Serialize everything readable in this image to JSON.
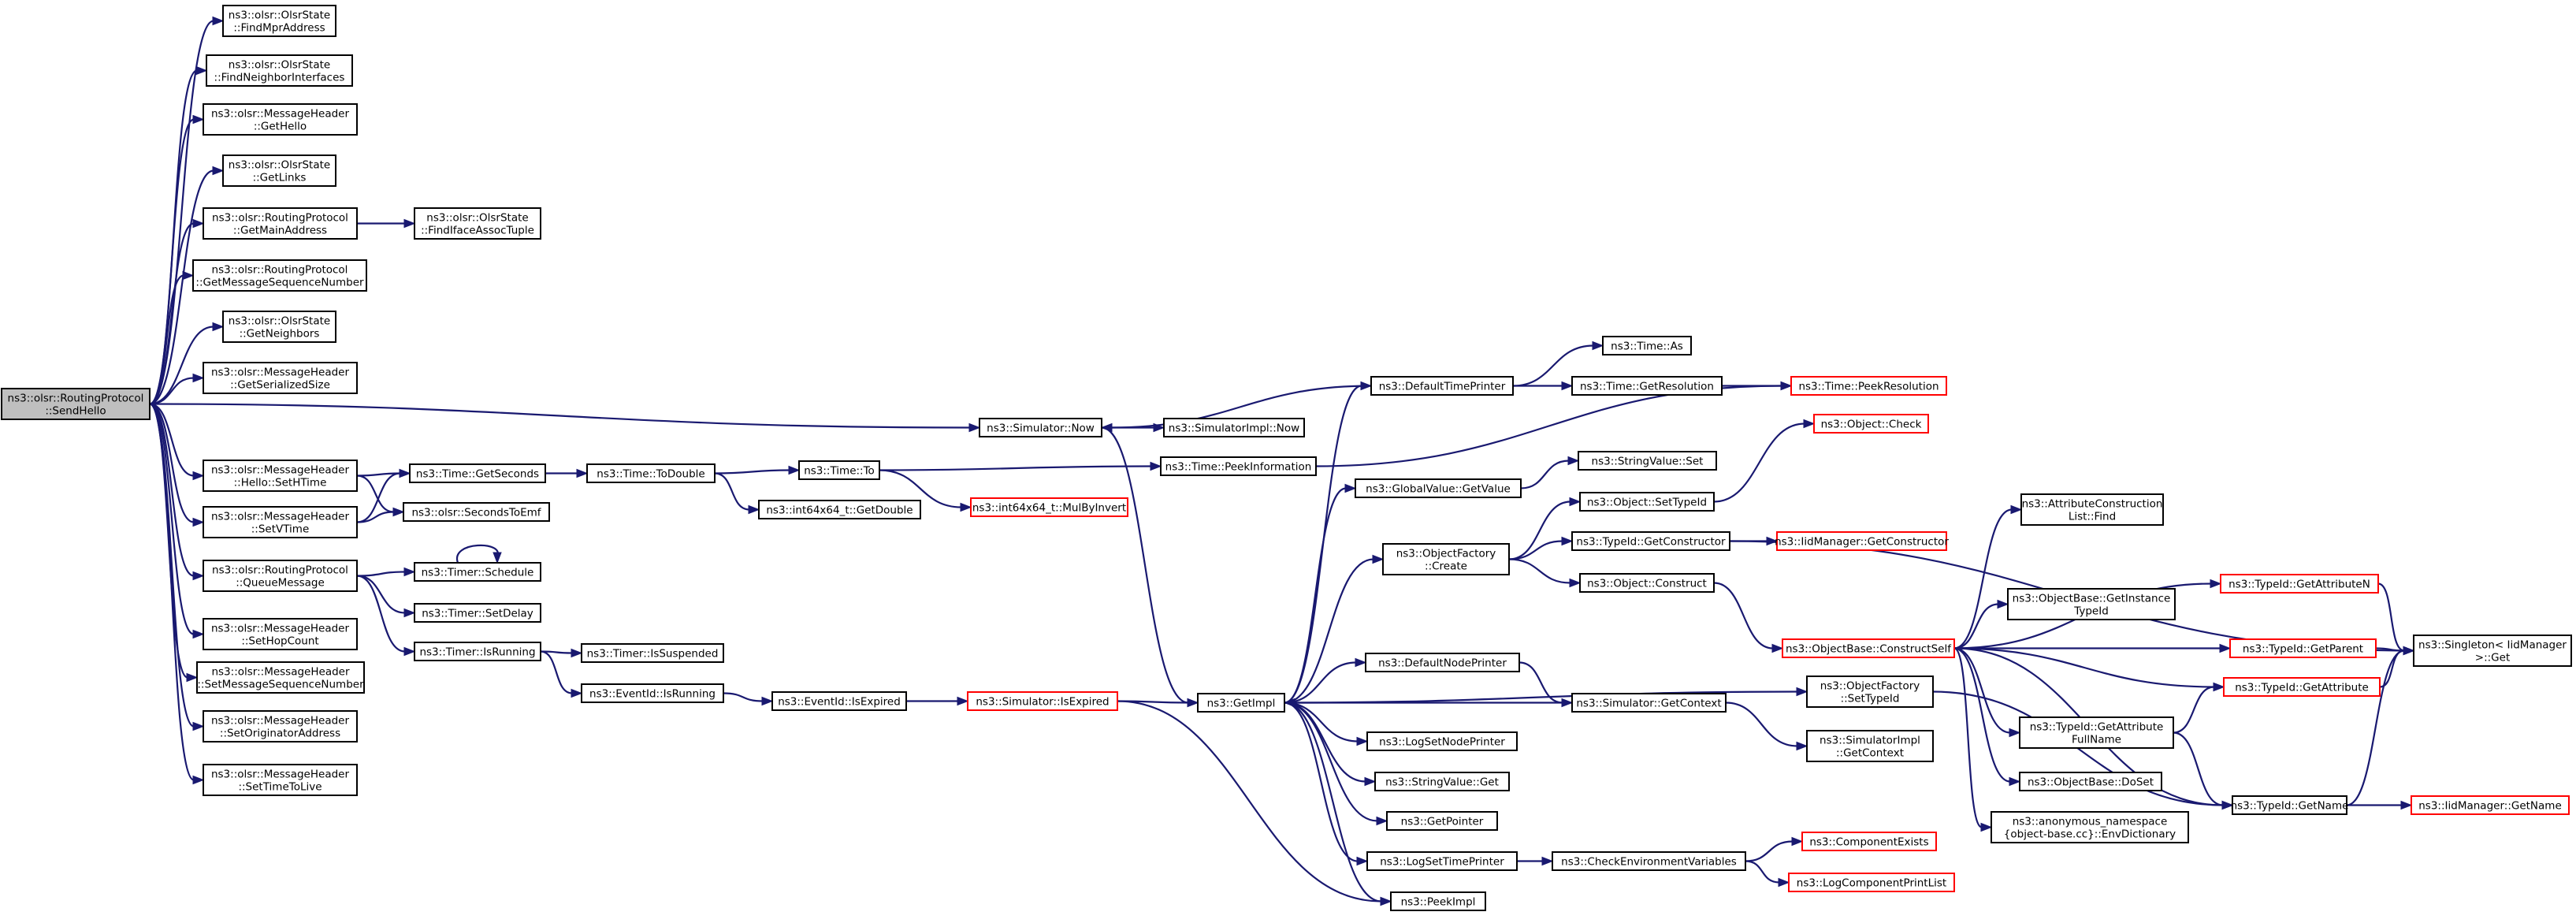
{
  "root": "root",
  "nodes": [
    {
      "id": "root",
      "lines": [
        "ns3::olsr::RoutingProtocol",
        "::SendHello"
      ]
    },
    {
      "id": "findMpr",
      "lines": [
        "ns3::olsr::OlsrState",
        "::FindMprAddress"
      ]
    },
    {
      "id": "findNeigh",
      "lines": [
        "ns3::olsr::OlsrState",
        "::FindNeighborInterfaces"
      ]
    },
    {
      "id": "getHello",
      "lines": [
        "ns3::olsr::MessageHeader",
        "::GetHello"
      ]
    },
    {
      "id": "getLinks",
      "lines": [
        "ns3::olsr::OlsrState",
        "::GetLinks"
      ]
    },
    {
      "id": "getMainAddr",
      "lines": [
        "ns3::olsr::RoutingProtocol",
        "::GetMainAddress"
      ]
    },
    {
      "id": "findIface",
      "lines": [
        "ns3::olsr::OlsrState",
        "::FindIfaceAssocTuple"
      ]
    },
    {
      "id": "getMsgSeq",
      "lines": [
        "ns3::olsr::RoutingProtocol",
        "::GetMessageSequenceNumber"
      ]
    },
    {
      "id": "getNeighbors",
      "lines": [
        "ns3::olsr::OlsrState",
        "::GetNeighbors"
      ]
    },
    {
      "id": "getSerSize",
      "lines": [
        "ns3::olsr::MessageHeader",
        "::GetSerializedSize"
      ]
    },
    {
      "id": "simNow",
      "lines": [
        "ns3::Simulator::Now"
      ]
    },
    {
      "id": "helloSetHTime",
      "lines": [
        "ns3::olsr::MessageHeader",
        "::Hello::SetHTime"
      ]
    },
    {
      "id": "setVTime",
      "lines": [
        "ns3::olsr::MessageHeader",
        "::SetVTime"
      ]
    },
    {
      "id": "queueMsg",
      "lines": [
        "ns3::olsr::RoutingProtocol",
        "::QueueMessage"
      ]
    },
    {
      "id": "setHop",
      "lines": [
        "ns3::olsr::MessageHeader",
        "::SetHopCount"
      ]
    },
    {
      "id": "setMsgSeq",
      "lines": [
        "ns3::olsr::MessageHeader",
        "::SetMessageSequenceNumber"
      ]
    },
    {
      "id": "setOrig",
      "lines": [
        "ns3::olsr::MessageHeader",
        "::SetOriginatorAddress"
      ]
    },
    {
      "id": "setTtl",
      "lines": [
        "ns3::olsr::MessageHeader",
        "::SetTimeToLive"
      ]
    },
    {
      "id": "timeGetSec",
      "lines": [
        "ns3::Time::GetSeconds"
      ]
    },
    {
      "id": "secToEmf",
      "lines": [
        "ns3::olsr::SecondsToEmf"
      ]
    },
    {
      "id": "timerSched",
      "lines": [
        "ns3::Timer::Schedule"
      ]
    },
    {
      "id": "timerDelay",
      "lines": [
        "ns3::Timer::SetDelay"
      ]
    },
    {
      "id": "timerRunning",
      "lines": [
        "ns3::Timer::IsRunning"
      ]
    },
    {
      "id": "timeToDouble",
      "lines": [
        "ns3::Time::ToDouble"
      ]
    },
    {
      "id": "timerSusp",
      "lines": [
        "ns3::Timer::IsSuspended"
      ]
    },
    {
      "id": "evRunning",
      "lines": [
        "ns3::EventId::IsRunning"
      ]
    },
    {
      "id": "timeTo",
      "lines": [
        "ns3::Time::To"
      ]
    },
    {
      "id": "int64GetDouble",
      "lines": [
        "ns3::int64x64_t::GetDouble"
      ]
    },
    {
      "id": "mulByInv",
      "lines": [
        "ns3::int64x64_t::MulByInvert"
      ],
      "red": true
    },
    {
      "id": "evExpired",
      "lines": [
        "ns3::EventId::IsExpired"
      ]
    },
    {
      "id": "simIsExpired",
      "lines": [
        "ns3::Simulator::IsExpired"
      ],
      "red": true
    },
    {
      "id": "getImpl",
      "lines": [
        "ns3::GetImpl"
      ]
    },
    {
      "id": "simImplNow",
      "lines": [
        "ns3::SimulatorImpl::Now"
      ]
    },
    {
      "id": "peekInfo",
      "lines": [
        "ns3::Time::PeekInformation"
      ]
    },
    {
      "id": "defTimePrinter",
      "lines": [
        "ns3::DefaultTimePrinter"
      ]
    },
    {
      "id": "timeAs",
      "lines": [
        "ns3::Time::As"
      ]
    },
    {
      "id": "timeGetRes",
      "lines": [
        "ns3::Time::GetResolution"
      ]
    },
    {
      "id": "peekRes",
      "lines": [
        "ns3::Time::PeekResolution"
      ],
      "red": true
    },
    {
      "id": "globalGetValue",
      "lines": [
        "ns3::GlobalValue::GetValue"
      ]
    },
    {
      "id": "strValSet",
      "lines": [
        "ns3::StringValue::Set"
      ]
    },
    {
      "id": "objCheck",
      "lines": [
        "ns3::Object::Check"
      ],
      "red": true
    },
    {
      "id": "objSetTypeId",
      "lines": [
        "ns3::Object::SetTypeId"
      ]
    },
    {
      "id": "objFactCreate",
      "lines": [
        "ns3::ObjectFactory",
        "::Create"
      ]
    },
    {
      "id": "typeIdGetCtor",
      "lines": [
        "ns3::TypeId::GetConstructor"
      ]
    },
    {
      "id": "iidGetCtor",
      "lines": [
        "ns3::IidManager::GetConstructor"
      ],
      "red": true
    },
    {
      "id": "objConstruct",
      "lines": [
        "ns3::Object::Construct"
      ]
    },
    {
      "id": "attrConstrFind",
      "lines": [
        "ns3::AttributeConstruction",
        "List::Find"
      ]
    },
    {
      "id": "getAttrN",
      "lines": [
        "ns3::TypeId::GetAttributeN"
      ],
      "red": true
    },
    {
      "id": "getInstTypeId",
      "lines": [
        "ns3::ObjectBase::GetInstance",
        "TypeId"
      ]
    },
    {
      "id": "constructSelf",
      "lines": [
        "ns3::ObjectBase::ConstructSelf"
      ],
      "red": true
    },
    {
      "id": "singletonGet",
      "lines": [
        "ns3::Singleton< IidManager",
        " >::Get"
      ]
    },
    {
      "id": "getParent",
      "lines": [
        "ns3::TypeId::GetParent"
      ],
      "red": true
    },
    {
      "id": "getAttribute",
      "lines": [
        "ns3::TypeId::GetAttribute"
      ],
      "red": true
    },
    {
      "id": "defNodePrinter",
      "lines": [
        "ns3::DefaultNodePrinter"
      ]
    },
    {
      "id": "objFactSetTid",
      "lines": [
        "ns3::ObjectFactory",
        "::SetTypeId"
      ]
    },
    {
      "id": "simGetCtx",
      "lines": [
        "ns3::Simulator::GetContext"
      ]
    },
    {
      "id": "logSetNode",
      "lines": [
        "ns3::LogSetNodePrinter"
      ]
    },
    {
      "id": "simImplGetCtx",
      "lines": [
        "ns3::SimulatorImpl",
        "::GetContext"
      ]
    },
    {
      "id": "strValGet",
      "lines": [
        "ns3::StringValue::Get"
      ]
    },
    {
      "id": "getAttrFull",
      "lines": [
        "ns3::TypeId::GetAttribute",
        "FullName"
      ]
    },
    {
      "id": "objBaseDoSet",
      "lines": [
        "ns3::ObjectBase::DoSet"
      ]
    },
    {
      "id": "getPointer",
      "lines": [
        "ns3::GetPointer"
      ]
    },
    {
      "id": "envDict",
      "lines": [
        "ns3::anonymous_namespace",
        "{object-base.cc}::EnvDictionary"
      ]
    },
    {
      "id": "typeIdGetName",
      "lines": [
        "ns3::TypeId::GetName"
      ]
    },
    {
      "id": "iidGetName",
      "lines": [
        "ns3::IidManager::GetName"
      ],
      "red": true
    },
    {
      "id": "logSetTime",
      "lines": [
        "ns3::LogSetTimePrinter"
      ]
    },
    {
      "id": "checkEnv",
      "lines": [
        "ns3::CheckEnvironmentVariables"
      ]
    },
    {
      "id": "compExists",
      "lines": [
        "ns3::ComponentExists"
      ],
      "red": true
    },
    {
      "id": "logCompPrint",
      "lines": [
        "ns3::LogComponentPrintList"
      ],
      "red": true
    },
    {
      "id": "peekImpl",
      "lines": [
        "ns3::PeekImpl"
      ]
    }
  ],
  "edges": [
    [
      "root",
      "findMpr"
    ],
    [
      "root",
      "findNeigh"
    ],
    [
      "root",
      "getHello"
    ],
    [
      "root",
      "getLinks"
    ],
    [
      "root",
      "getMainAddr"
    ],
    [
      "root",
      "getMsgSeq"
    ],
    [
      "root",
      "getNeighbors"
    ],
    [
      "root",
      "getSerSize"
    ],
    [
      "root",
      "simNow"
    ],
    [
      "root",
      "helloSetHTime"
    ],
    [
      "root",
      "setVTime"
    ],
    [
      "root",
      "queueMsg"
    ],
    [
      "root",
      "setHop"
    ],
    [
      "root",
      "setMsgSeq"
    ],
    [
      "root",
      "setOrig"
    ],
    [
      "root",
      "setTtl"
    ],
    [
      "getMainAddr",
      "findIface"
    ],
    [
      "helloSetHTime",
      "timeGetSec"
    ],
    [
      "helloSetHTime",
      "secToEmf"
    ],
    [
      "setVTime",
      "timeGetSec"
    ],
    [
      "setVTime",
      "secToEmf"
    ],
    [
      "queueMsg",
      "timerSched"
    ],
    [
      "queueMsg",
      "timerDelay"
    ],
    [
      "queueMsg",
      "timerRunning"
    ],
    [
      "timerSched",
      "timerSched"
    ],
    [
      "timeGetSec",
      "timeToDouble"
    ],
    [
      "timeToDouble",
      "timeTo"
    ],
    [
      "timeToDouble",
      "int64GetDouble"
    ],
    [
      "timeTo",
      "peekInfo"
    ],
    [
      "timeTo",
      "mulByInv"
    ],
    [
      "timerRunning",
      "timerSusp"
    ],
    [
      "timerRunning",
      "evRunning"
    ],
    [
      "evRunning",
      "evExpired"
    ],
    [
      "evExpired",
      "simIsExpired"
    ],
    [
      "simIsExpired",
      "getImpl"
    ],
    [
      "simIsExpired",
      "peekImpl"
    ],
    [
      "simNow",
      "getImpl"
    ],
    [
      "simNow",
      "simImplNow"
    ],
    [
      "peekInfo",
      "peekRes"
    ],
    [
      "defTimePrinter",
      "simNow"
    ],
    [
      "defTimePrinter",
      "timeAs"
    ],
    [
      "defTimePrinter",
      "timeGetRes"
    ],
    [
      "timeGetRes",
      "peekRes"
    ],
    [
      "getImpl",
      "defTimePrinter"
    ],
    [
      "getImpl",
      "globalGetValue"
    ],
    [
      "getImpl",
      "objFactCreate"
    ],
    [
      "getImpl",
      "objFactSetTid"
    ],
    [
      "getImpl",
      "defNodePrinter"
    ],
    [
      "getImpl",
      "logSetNode"
    ],
    [
      "getImpl",
      "strValGet"
    ],
    [
      "getImpl",
      "getPointer"
    ],
    [
      "getImpl",
      "logSetTime"
    ],
    [
      "getImpl",
      "peekImpl"
    ],
    [
      "defNodePrinter",
      "simGetCtx"
    ],
    [
      "simGetCtx",
      "getImpl"
    ],
    [
      "simGetCtx",
      "simImplGetCtx"
    ],
    [
      "globalGetValue",
      "strValSet"
    ],
    [
      "objFactCreate",
      "objSetTypeId"
    ],
    [
      "objFactCreate",
      "typeIdGetCtor"
    ],
    [
      "objFactCreate",
      "objConstruct"
    ],
    [
      "objSetTypeId",
      "objCheck"
    ],
    [
      "typeIdGetCtor",
      "iidGetCtor"
    ],
    [
      "typeIdGetCtor",
      "singletonGet"
    ],
    [
      "objConstruct",
      "constructSelf"
    ],
    [
      "constructSelf",
      "attrConstrFind"
    ],
    [
      "constructSelf",
      "getAttrN"
    ],
    [
      "constructSelf",
      "getInstTypeId"
    ],
    [
      "constructSelf",
      "getParent"
    ],
    [
      "constructSelf",
      "getAttribute"
    ],
    [
      "constructSelf",
      "getAttrFull"
    ],
    [
      "constructSelf",
      "objBaseDoSet"
    ],
    [
      "constructSelf",
      "envDict"
    ],
    [
      "constructSelf",
      "typeIdGetName"
    ],
    [
      "getAttrN",
      "singletonGet"
    ],
    [
      "getParent",
      "singletonGet"
    ],
    [
      "getAttribute",
      "singletonGet"
    ],
    [
      "getAttrFull",
      "getAttribute"
    ],
    [
      "getAttrFull",
      "typeIdGetName"
    ],
    [
      "typeIdGetName",
      "singletonGet"
    ],
    [
      "typeIdGetName",
      "iidGetName"
    ],
    [
      "objFactSetTid",
      "typeIdGetName"
    ],
    [
      "logSetTime",
      "checkEnv"
    ],
    [
      "checkEnv",
      "compExists"
    ],
    [
      "checkEnv",
      "logCompPrint"
    ]
  ]
}
